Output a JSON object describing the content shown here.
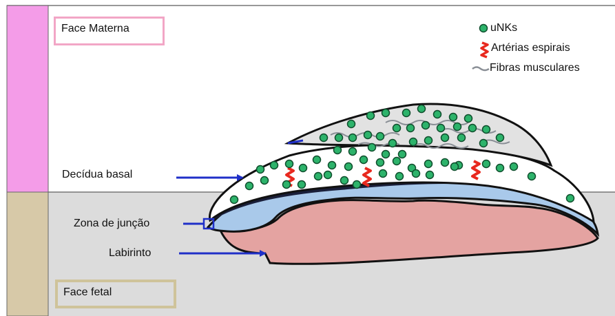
{
  "labels": {
    "face_materna": "Face Materna",
    "face_fetal": "Face fetal",
    "decidua_basal": "Decídua basal",
    "zona_juncao": "Zona de junção",
    "labirinto": "Labirinto"
  },
  "legend": {
    "unks": "uNKs",
    "arterias": "Artérias espirais",
    "fibras": "Fibras musculares"
  },
  "colors": {
    "maternal_bar": "#f49ce8",
    "fetal_bar": "#d7c9a8",
    "maternal_box_border": "#f2a6c6",
    "fetal_box_border": "#cfc39a",
    "fetal_background": "#dcdcdc",
    "unk_cell": "#2db36b",
    "spiral_artery": "#e8291f",
    "junctional_zone": "#a9c9ea",
    "labyrinth": "#e4a3a1",
    "arrow": "#1f2fc8"
  }
}
